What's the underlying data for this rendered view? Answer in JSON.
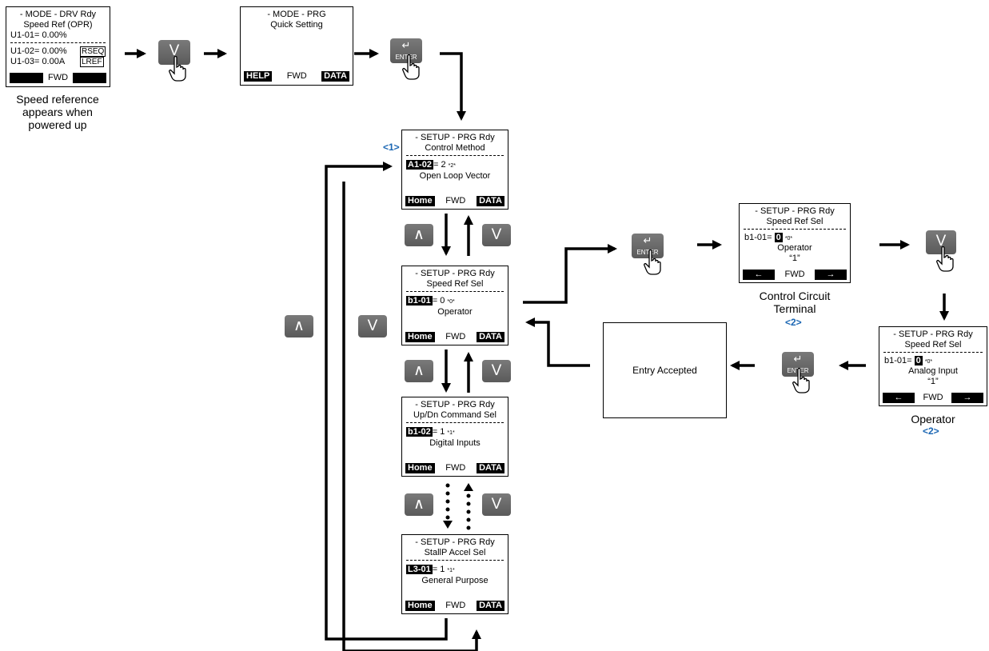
{
  "top_lcd": {
    "line1": "- MODE -   DRV  Rdy",
    "line2": "Speed Ref (OPR)",
    "line3": "U1-01=  0.00%",
    "line4": "U1-02=  0.00%",
    "line4_tag": "RSEQ",
    "line5": "U1-03=  0.00A",
    "line5_tag": "LREF",
    "foot_mid": "FWD"
  },
  "top_caption": [
    "Speed reference",
    "appears when",
    "powered up"
  ],
  "quick_lcd": {
    "line1": "- MODE -        PRG",
    "line2": "Quick Setting",
    "foot_left": "HELP",
    "foot_mid": "FWD",
    "foot_right": "DATA"
  },
  "key_labels": {
    "enter": "ENTER",
    "up": "∧",
    "down": "V",
    "enter_glyph": "↵"
  },
  "setup_lcds": [
    {
      "line1": "- SETUP -   PRG  Rdy",
      "line2": "Control Method",
      "param": "A1-02",
      "value": "= 2",
      "small": "*2*",
      "desc": "Open Loop Vector",
      "foot_left": "Home",
      "foot_mid": "FWD",
      "foot_right": "DATA"
    },
    {
      "line1": "- SETUP -   PRG  Rdy",
      "line2": "Speed Ref Sel",
      "param": "b1-01",
      "value": "= 0",
      "small": "*0*",
      "desc": "Operator",
      "foot_left": "Home",
      "foot_mid": "FWD",
      "foot_right": "DATA"
    },
    {
      "line1": "- SETUP -   PRG  Rdy",
      "line2": "Up/Dn Command Sel",
      "param": "b1-02",
      "value": "= 1",
      "small": "*1*",
      "desc": "Digital Inputs",
      "foot_left": "Home",
      "foot_mid": "FWD",
      "foot_right": "DATA"
    },
    {
      "line1": "- SETUP -   PRG  Rdy",
      "line2": "StallP Accel Sel",
      "param": "L3-01",
      "value": "= 1",
      "small": "*1*",
      "desc": "General Purpose",
      "foot_left": "Home",
      "foot_mid": "FWD",
      "foot_right": "DATA"
    }
  ],
  "edit_lcds": [
    {
      "line1": "- SETUP -   PRG  Rdy",
      "line2": "Speed Ref Sel",
      "param": "b1-01=",
      "digit": "0",
      "small": "*0*",
      "desc": "Operator",
      "quote": "“1”",
      "foot_left": "←",
      "foot_mid": "FWD",
      "foot_right": "→"
    },
    {
      "line1": "- SETUP -   PRG  Rdy",
      "line2": "Speed Ref Sel",
      "param": "b1-01=",
      "digit": "0",
      "small": "*0*",
      "desc": "Analog Input",
      "quote": "“1”",
      "foot_left": "←",
      "foot_mid": "FWD",
      "foot_right": "→"
    }
  ],
  "captions": {
    "control_circuit": [
      "Control Circuit",
      "Terminal"
    ],
    "operator": [
      "Operator"
    ]
  },
  "notes": {
    "n1": "<1>",
    "n2a": "<2>",
    "n2b": "<2>"
  },
  "entry_accepted": "Entry Accepted"
}
